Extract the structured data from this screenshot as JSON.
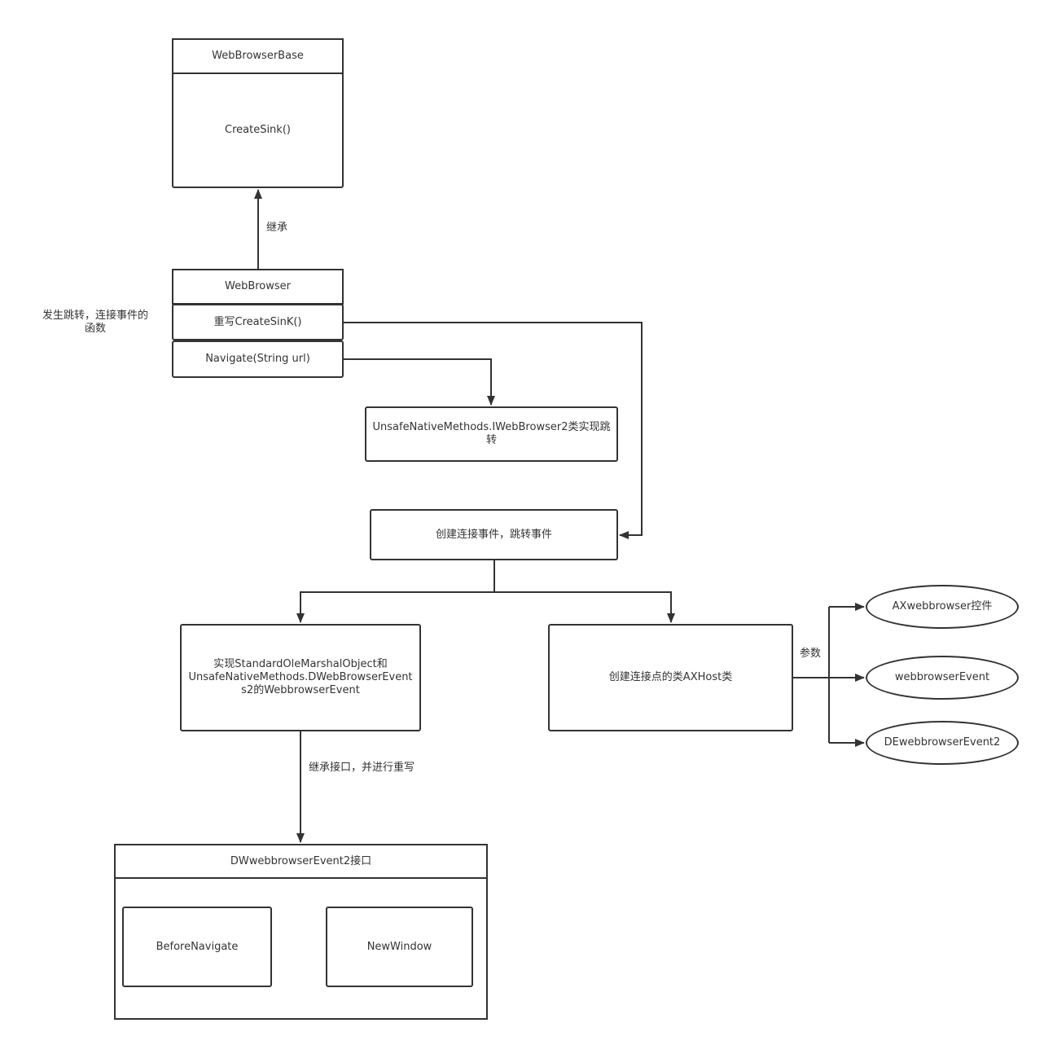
{
  "colors": {
    "stroke": "#333333",
    "background": "#ffffff",
    "text": "#333333"
  },
  "nodes": {
    "webbrowser_base_title": "WebBrowserBase",
    "create_sink": "CreateSink()",
    "webbrowser_title": "WebBrowser",
    "override_create_sink": "重写CreateSinK()",
    "navigate": "Navigate(String url)",
    "iwebbrowser2": "UnsafeNativeMethods.IWebBrowser2类实现跳\n转",
    "create_connect_events": "创建连接事件，跳转事件",
    "webbrowser_event_impl": "实现StandardOleMarshalObject和\nUnsafeNativeMethods.DWebBrowserEvent\ns2的WebbrowserEvent",
    "axhost": "创建连接点的类AXHost类",
    "axwebbrowser": "AXwebbrowser控件",
    "webbrowser_event": "webbrowserEvent",
    "dewebbrowser_event2": "DEwebbrowserEvent2",
    "interface_title": "DWwebbrowserEvent2接口",
    "before_navigate": "BeforeNavigate",
    "new_window": "NewWindow"
  },
  "labels": {
    "inherit": "继承",
    "side_note": "发生跳转，连接事件的\n函数",
    "params": "参数",
    "inherit_interface": "继承接口，并进行重写"
  }
}
